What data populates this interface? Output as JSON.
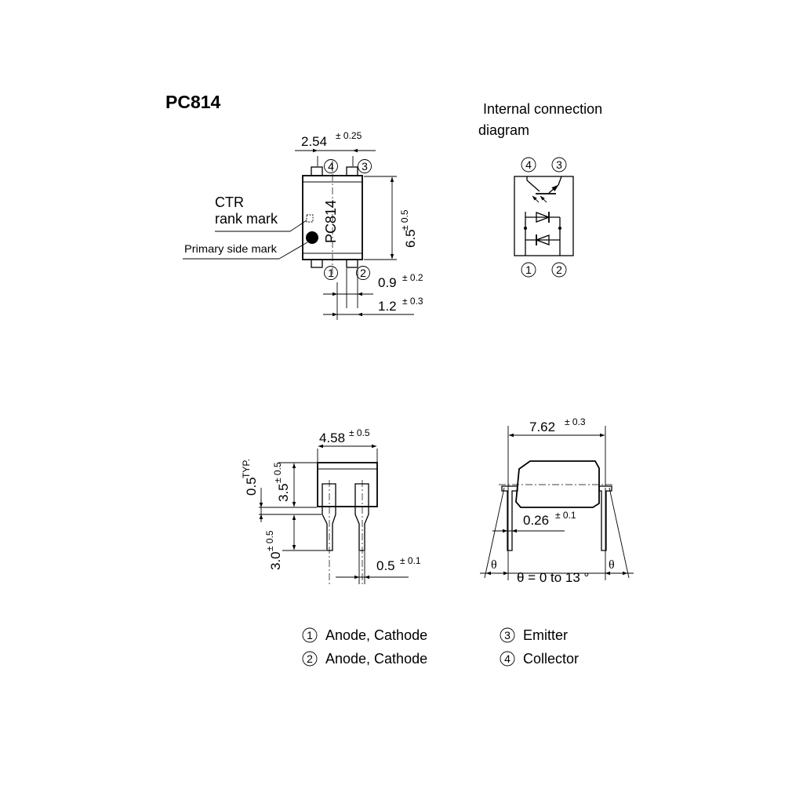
{
  "title": "PC814",
  "internal": {
    "title_line1": "Internal connection",
    "title_line2": "diagram"
  },
  "pins": {
    "p1": "1",
    "p2": "2",
    "p3": "3",
    "p4": "4"
  },
  "marks": {
    "chip_text": "PC814",
    "ctr_line1": "CTR",
    "ctr_line2": "rank mark",
    "primary": "Primary side mark"
  },
  "dims": {
    "pitch": {
      "value": "2.54",
      "tol": "± 0.25"
    },
    "length": {
      "value": "6.5",
      "tol": "± 0.5"
    },
    "lead_w": {
      "value": "0.9",
      "tol": "± 0.2"
    },
    "lead_w2": {
      "value": "1.2",
      "tol": "± 0.3"
    },
    "width": {
      "value": "4.58",
      "tol": "± 0.5"
    },
    "height": {
      "value": "3.5",
      "tol": "± 0.5"
    },
    "standoff": {
      "value": "0.5",
      "tol": "TYP."
    },
    "lead_len": {
      "value": "3.0",
      "tol": "± 0.5"
    },
    "lead_t": {
      "value": "0.5",
      "tol": "± 0.1"
    },
    "row": {
      "value": "7.62",
      "tol": "± 0.3"
    },
    "thick": {
      "value": "0.26",
      "tol": "± 0.1"
    }
  },
  "theta": {
    "symbol": "θ",
    "range": "θ = 0 to 13 °"
  },
  "legend": [
    {
      "num": "1",
      "text": "Anode, Cathode"
    },
    {
      "num": "2",
      "text": "Anode, Cathode"
    },
    {
      "num": "3",
      "text": "Emitter"
    },
    {
      "num": "4",
      "text": "Collector"
    }
  ]
}
